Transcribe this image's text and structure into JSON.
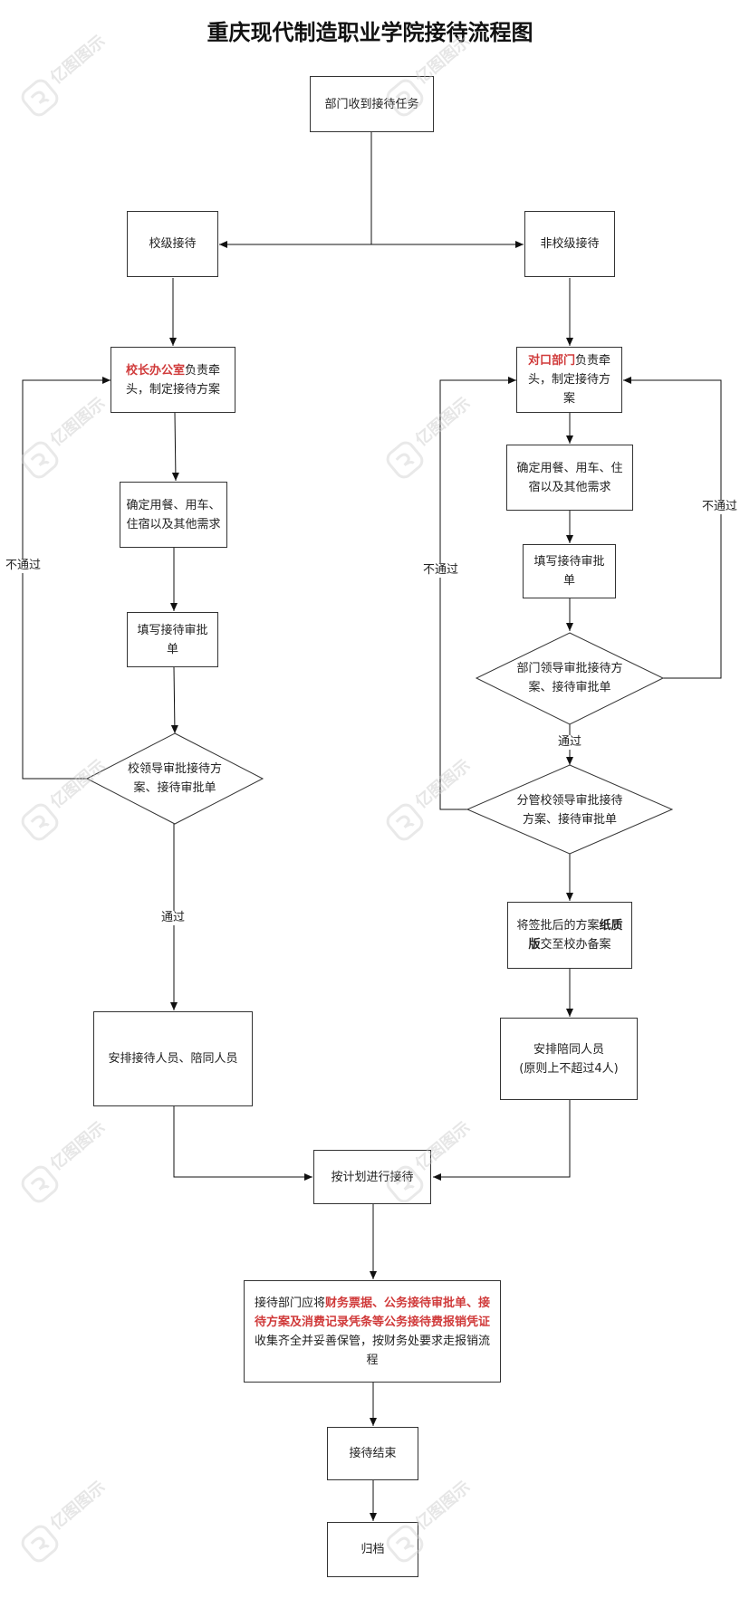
{
  "title": "重庆现代制造职业学院接待流程图",
  "watermark": "亿图图示",
  "colors": {
    "highlight": "#d03a3a",
    "line": "#111111",
    "watermark": "#c9c9c9"
  },
  "nodes": {
    "start": "部门收到接待任务",
    "school_level": "校级接待",
    "non_school_level": "非校级接待",
    "left_lead_red": "校长办公室",
    "left_lead_rest": "负责牵头，制定接待方案",
    "left_confirm": "确定用餐、用车、住宿以及其他需求",
    "left_fill": "填写接待审批单",
    "left_approve": "校领导审批接待方案、接待审批单",
    "left_arrange": "安排接待人员、陪同人员",
    "right_lead_red": "对口部门",
    "right_lead_rest": "负责牵头，制定接待方案",
    "right_confirm": "确定用餐、用车、住宿以及其他需求",
    "right_fill": "填写接待审批单",
    "right_dept_approve": "部门领导审批接待方案、接待审批单",
    "right_vp_approve": "分管校领导审批接待方案、接待审批单",
    "right_submit_pre": "将签批后的方案",
    "right_submit_bold": "纸质版",
    "right_submit_post": "交至校办备案",
    "right_arrange_1": "安排陪同人员",
    "right_arrange_2": "(原则上不超过4人)",
    "execute": "按计划进行接待",
    "reimburse_pre": "接待部门应将",
    "reimburse_red": "财务票据、公务接待审批单、接待方案及消费记录凭条等公务接待费报销凭证",
    "reimburse_post": "收集齐全并妥善保管，按财务处要求走报销流程",
    "end": "接待结束",
    "archive": "归档"
  },
  "edge_labels": {
    "left_fail": "不通过",
    "left_pass": "通过",
    "right_fail_outer": "不通过",
    "right_fail_inner": "不通过",
    "right_pass": "通过"
  }
}
